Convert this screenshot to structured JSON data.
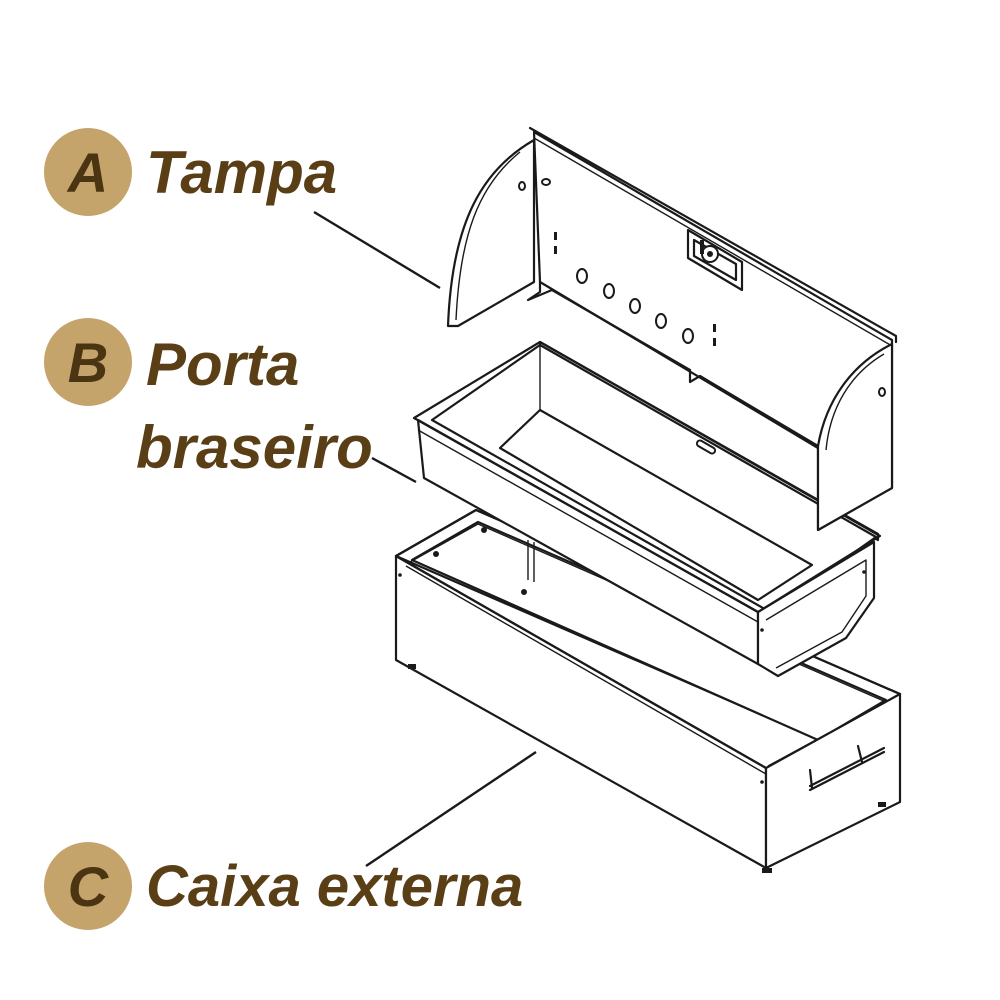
{
  "parts": [
    {
      "letter": "A",
      "label_lines": [
        "Tampa"
      ]
    },
    {
      "letter": "B",
      "label_lines": [
        "Porta",
        "braseiro"
      ]
    },
    {
      "letter": "C",
      "label_lines": [
        "Caixa externa"
      ]
    }
  ],
  "colors": {
    "badge": "#c4a46b",
    "label": "#5a3f16",
    "line": "#1a1a1a"
  }
}
